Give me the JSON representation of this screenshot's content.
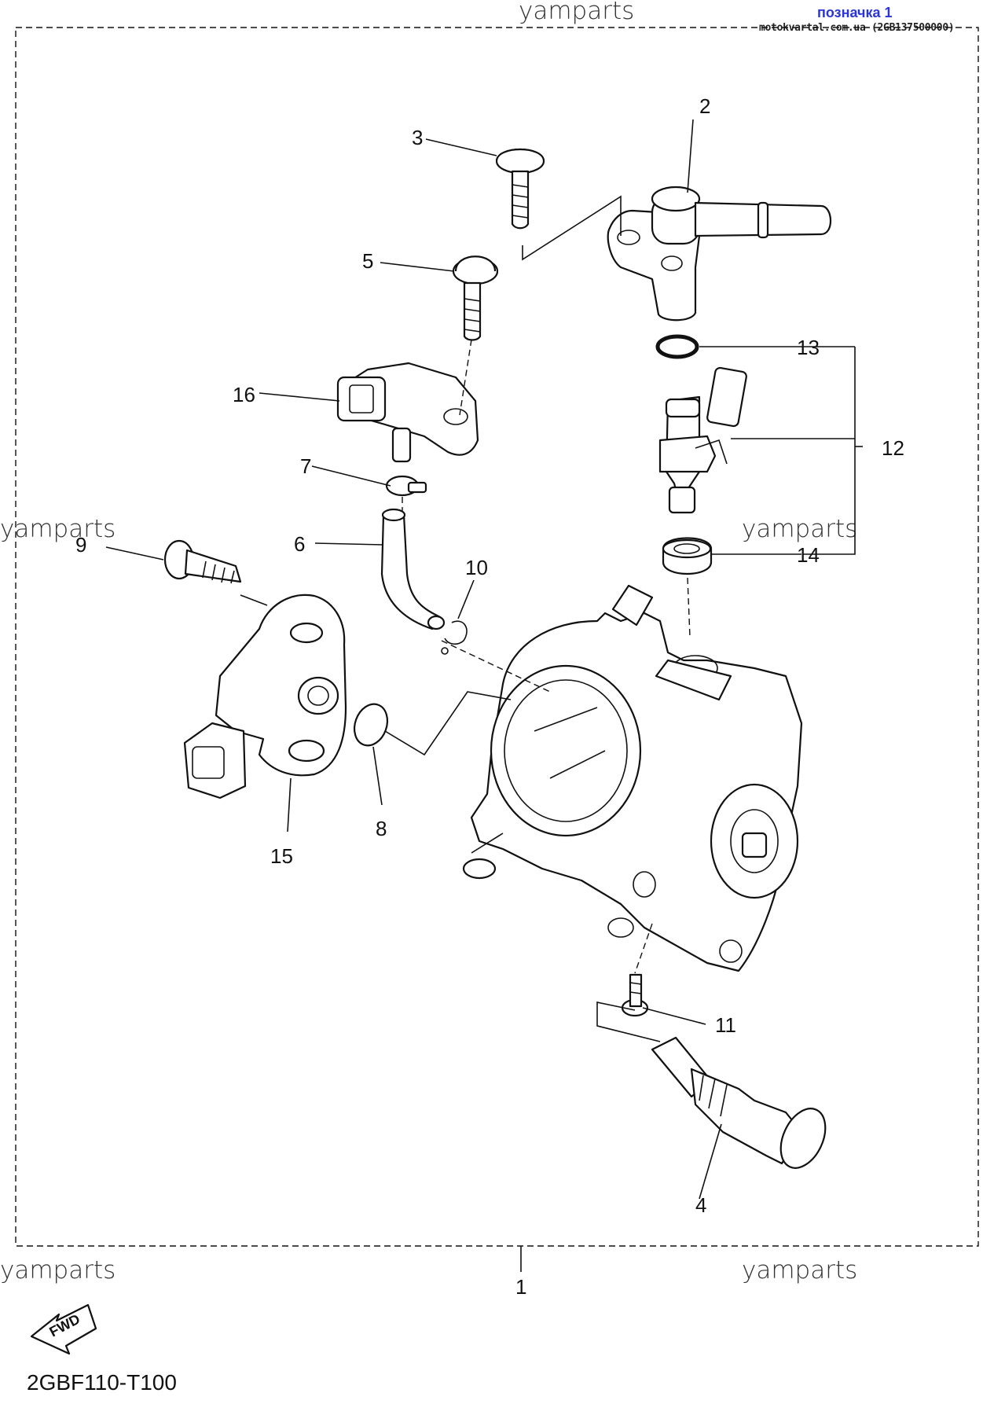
{
  "watermarks": {
    "top": "yamparts",
    "left_middle": "yamparts",
    "right_middle": "yamparts",
    "center": "yamparts",
    "bottom_left": "yamparts",
    "bottom_right": "yamparts"
  },
  "stamp": {
    "link_text": "позначка 1",
    "site_text": "motokvartal.com.ua (2GB137500000)"
  },
  "callouts": {
    "c1": "1",
    "c2": "2",
    "c3": "3",
    "c4": "4",
    "c5": "5",
    "c6": "6",
    "c7": "7",
    "c8": "8",
    "c9": "9",
    "c10": "10",
    "c11": "11",
    "c12": "12",
    "c13": "13",
    "c14": "14",
    "c15": "15",
    "c16": "16"
  },
  "footer": {
    "fwd_label": "FWD",
    "diagram_code": "2GBF110-T100"
  },
  "icons": {
    "fwd_arrow": "fwd-arrow-icon"
  },
  "colors": {
    "link": "#2a35d8",
    "line": "#111111",
    "background": "#ffffff"
  }
}
